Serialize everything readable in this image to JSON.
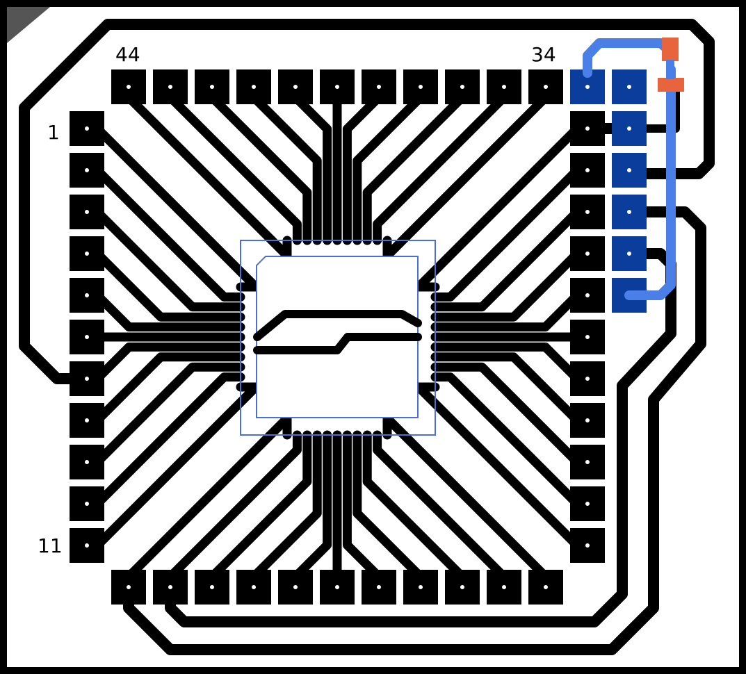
{
  "pin_labels": {
    "first": "1",
    "left_bottom": "11",
    "top_right": "34",
    "top_left": "44"
  },
  "colors": {
    "board_border": "#000000",
    "board_fill": "#ffffff",
    "copper_bottom": "#000000",
    "copper_top": "#0a3d9c",
    "trace_top": "#4a7fe8",
    "chip_outline": "#4a6fd6",
    "smd_part": "#e8643c",
    "corner_mark": "#555555"
  },
  "icons": [
    "drill-hole-dot",
    "corner-marker-triangle"
  ]
}
